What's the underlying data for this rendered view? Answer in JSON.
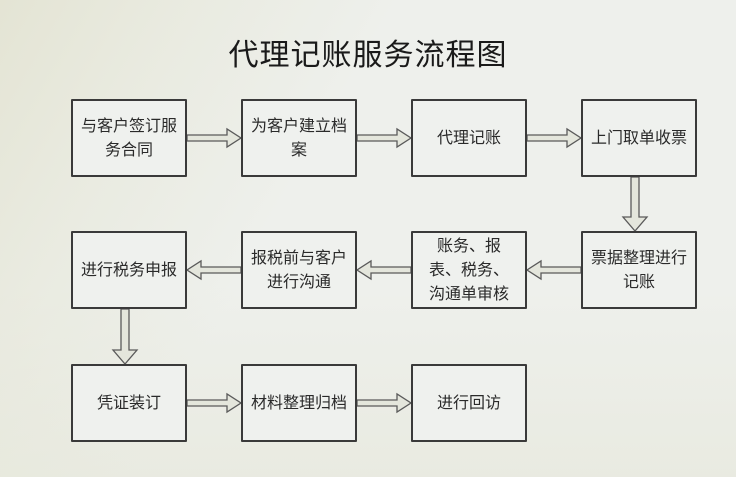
{
  "title": "代理记账服务流程图",
  "steps": [
    {
      "id": 1,
      "label": "与客户签订服务合同"
    },
    {
      "id": 2,
      "label": "为客户建立档案"
    },
    {
      "id": 3,
      "label": "代理记账"
    },
    {
      "id": 4,
      "label": "上门取单收票"
    },
    {
      "id": 5,
      "label": "票据整理进行记账"
    },
    {
      "id": 6,
      "label": "账务、报表、税务、沟通单审核"
    },
    {
      "id": 7,
      "label": "报税前与客户进行沟通"
    },
    {
      "id": 8,
      "label": "进行税务申报"
    },
    {
      "id": 9,
      "label": "凭证装订"
    },
    {
      "id": 10,
      "label": "材料整理归档"
    },
    {
      "id": 11,
      "label": "进行回访"
    }
  ],
  "flow": [
    {
      "from": 1,
      "to": 2,
      "direction": "right"
    },
    {
      "from": 2,
      "to": 3,
      "direction": "right"
    },
    {
      "from": 3,
      "to": 4,
      "direction": "right"
    },
    {
      "from": 4,
      "to": 5,
      "direction": "down"
    },
    {
      "from": 5,
      "to": 6,
      "direction": "left"
    },
    {
      "from": 6,
      "to": 7,
      "direction": "left"
    },
    {
      "from": 7,
      "to": 8,
      "direction": "left"
    },
    {
      "from": 8,
      "to": 9,
      "direction": "down"
    },
    {
      "from": 9,
      "to": 10,
      "direction": "right"
    },
    {
      "from": 10,
      "to": 11,
      "direction": "right"
    }
  ],
  "colors": {
    "box_border": "#3a3a3a",
    "box_fill": "#eff1ee",
    "arrow_fill": "#e4e6dc",
    "arrow_stroke": "#5a5a5a",
    "background": "#eef0ec"
  }
}
